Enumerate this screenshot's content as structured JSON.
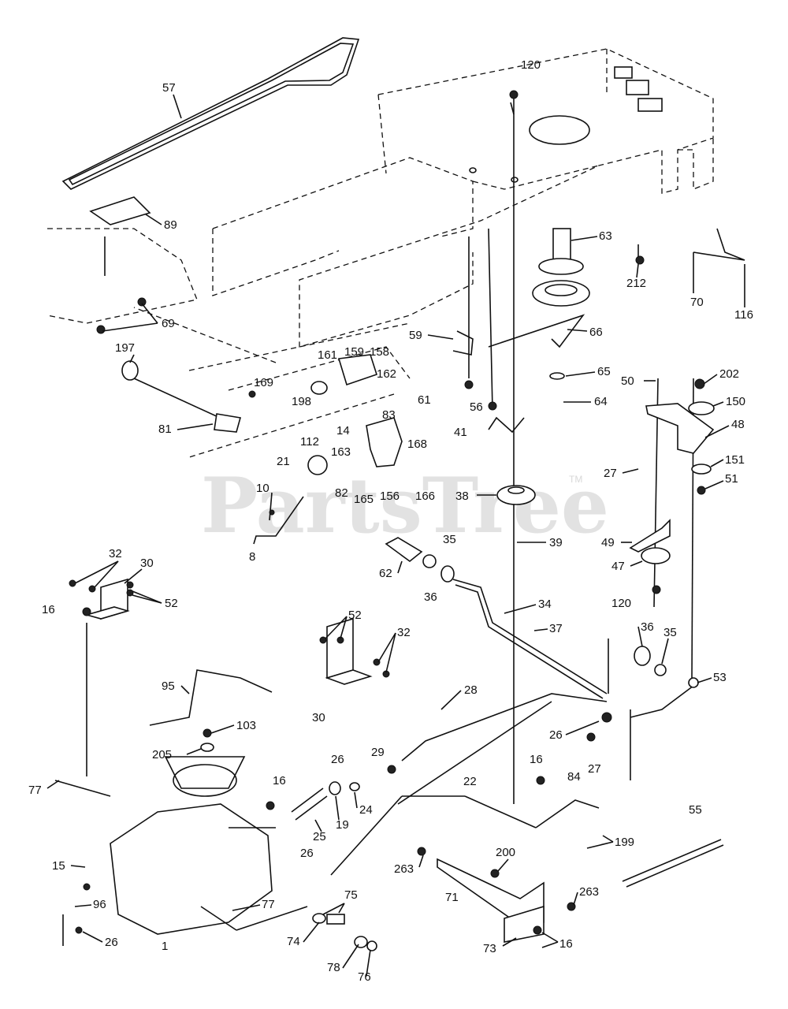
{
  "watermark": {
    "text": "PartsTree",
    "tm": "TM"
  },
  "labels": {
    "l57": "57",
    "l89": "89",
    "l69": "69",
    "l120a": "120",
    "l63": "63",
    "l212": "212",
    "l70": "70",
    "l116": "116",
    "l66": "66",
    "l65": "65",
    "l59": "59",
    "l197": "197",
    "l161": "161",
    "l159": "159",
    "l158": "158",
    "l162": "162",
    "l169": "169",
    "l198": "198",
    "l61": "61",
    "l56": "56",
    "l64": "64",
    "l50": "50",
    "l202": "202",
    "l150": "150",
    "l48": "48",
    "l81": "81",
    "l112": "112",
    "l14": "14",
    "l83": "83",
    "l168": "168",
    "l41": "41",
    "l21": "21",
    "l163": "163",
    "l27a": "27",
    "l151": "151",
    "l51": "51",
    "l10": "10",
    "l82": "82",
    "l165": "165",
    "l156": "156",
    "l166": "166",
    "l38": "38",
    "l8": "8",
    "l35a": "35",
    "l39": "39",
    "l49": "49",
    "l47": "47",
    "l62": "62",
    "l32a": "32",
    "l30a": "30",
    "l36a": "36",
    "l120b": "120",
    "l16a": "16",
    "l52a": "52",
    "l34": "34",
    "l37": "37",
    "l52b": "52",
    "l32b": "32",
    "l36b": "36",
    "l35b": "35",
    "l53": "53",
    "l95": "95",
    "l28": "28",
    "l30b": "30",
    "l103": "103",
    "l26a": "26",
    "l205": "205",
    "l29": "29",
    "l22": "22",
    "l26b": "26",
    "l16b": "16",
    "l27b": "27",
    "l77a": "77",
    "l16c": "16",
    "l24": "24",
    "l84": "84",
    "l19": "19",
    "l25": "25",
    "l55": "55",
    "l26c": "26",
    "l199": "199",
    "l15": "15",
    "l200": "200",
    "l263a": "263",
    "l71": "71",
    "l263b": "263",
    "l77b": "77",
    "l96": "96",
    "l75": "75",
    "l26d": "26",
    "l1": "1",
    "l74": "74",
    "l16d": "16",
    "l73": "73",
    "l78": "78",
    "l76": "76"
  }
}
